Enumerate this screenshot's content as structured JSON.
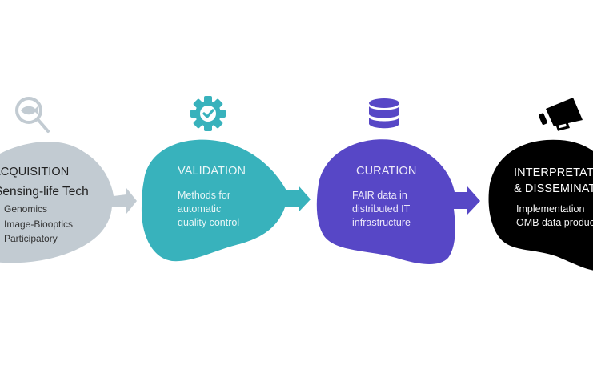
{
  "colors": {
    "acquisition": "#c2cbd2",
    "validation": "#38b2bc",
    "curation": "#5747c6",
    "interpretation": "#000000",
    "background": "#ffffff"
  },
  "stages": [
    {
      "id": "acquisition",
      "icon": "fish-magnifier-icon",
      "title": "ACQUISITION",
      "subtitle": "Sensing-life Tech",
      "items": [
        "Genomics",
        "Image-Biooptics",
        "Participatory"
      ]
    },
    {
      "id": "validation",
      "icon": "gear-check-icon",
      "title": "VALIDATION",
      "body_lines": [
        "Methods for",
        "automatic",
        "quality control"
      ]
    },
    {
      "id": "curation",
      "icon": "database-icon",
      "title": "CURATION",
      "body_lines": [
        "FAIR data in",
        "distributed IT",
        "infrastructure"
      ]
    },
    {
      "id": "interpretation",
      "icon": "megaphone-icon",
      "title_lines": [
        "INTERPRETATION",
        "& DISSEMINATION"
      ],
      "body_lines": [
        "Implementation",
        "OMB data products"
      ]
    }
  ]
}
